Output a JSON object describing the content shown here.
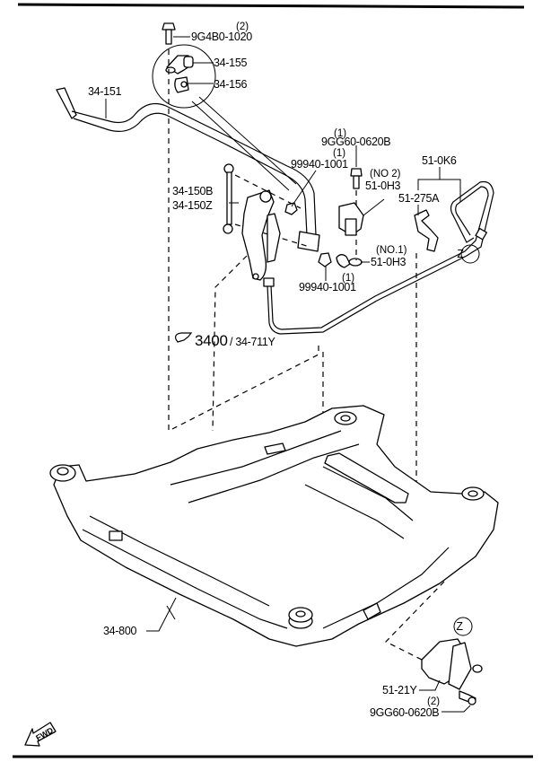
{
  "diagram": {
    "title": "Front Suspension Crossmember / Stabilizer Parts Diagram",
    "fwd_label": "FWD",
    "ref_arrow": {
      "main": "3400",
      "sub": "/ 34-711Y"
    },
    "callouts": {
      "bolt_top": {
        "part": "9G4B0-1020",
        "qty": "(2)"
      },
      "bracket": {
        "part": "34-155"
      },
      "bushing": {
        "part": "34-156"
      },
      "stabilizer_bar": {
        "part": "34-151"
      },
      "nut_upper": {
        "part": "99940-1001",
        "qty": "(1)"
      },
      "link_b": {
        "part": "34-150B"
      },
      "link_z": {
        "part": "34-150Z"
      },
      "bolt_sensor": {
        "part": "9GG60-0620B",
        "qty": "(1)"
      },
      "sensor_no2": {
        "part": "51-0H3",
        "note": "(NO 2)"
      },
      "sensor_no1": {
        "part": "51-0H3",
        "note": "(NO.1)"
      },
      "nut_lower": {
        "part": "99940-1001",
        "qty": "(1)"
      },
      "harness": {
        "part": "51-0K6"
      },
      "bracket_sensor": {
        "part": "51-275A"
      },
      "crossmember": {
        "part": "34-800"
      },
      "sensor_bracket_z": {
        "part": "51-21Y"
      },
      "bolt_bottom": {
        "part": "9GG60-0620B",
        "qty": "(2)"
      }
    },
    "ref_markers": [
      "Z",
      "Z"
    ]
  }
}
